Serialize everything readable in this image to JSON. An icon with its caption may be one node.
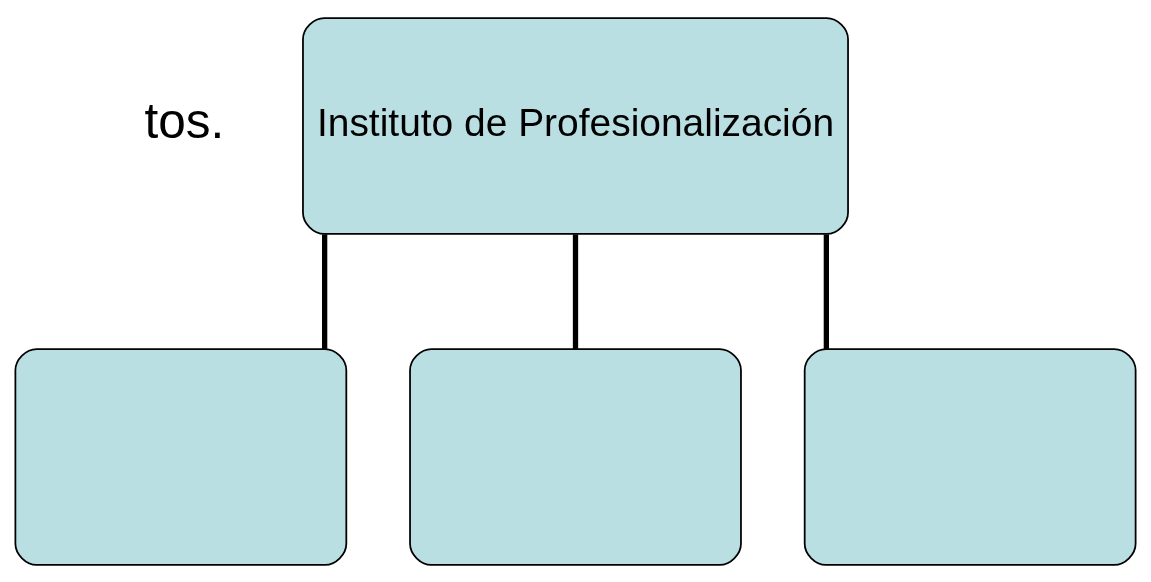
{
  "diagram": {
    "nodes": [
      {
        "text": [
          "Instituto de Profesionalización"
        ]
      },
      {
        "text": [],
        "shape": "box"
      },
      {
        "text": [],
        "shape": "box"
      },
      {
        "text": [],
        "shape": "box"
      }
    ],
    "edges": [
      {
        "from": 0,
        "to": 1,
        "arrow": "none"
      },
      {
        "from": 0,
        "to": 2,
        "arrow": "none"
      },
      {
        "from": 0,
        "to": 3,
        "arrow": "none"
      }
    ],
    "labels": [
      "tos."
    ]
  }
}
